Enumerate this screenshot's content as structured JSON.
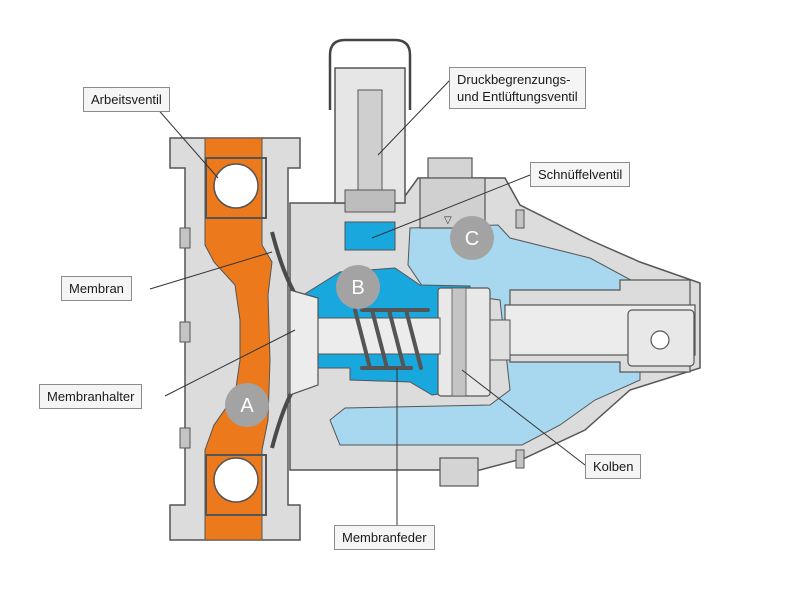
{
  "labels": {
    "arbeitsventil": "Arbeitsventil",
    "druck_line1": "Druckbegrenzungs-",
    "druck_line2": "und Entlüftungsventil",
    "schnueffelventil": "Schnüffelventil",
    "membran": "Membran",
    "membranhalter": "Membranhalter",
    "kolben": "Kolben",
    "membranfeder": "Membranfeder"
  },
  "chambers": {
    "a": "A",
    "b": "B",
    "c": "C"
  },
  "colors": {
    "housing": "#dcdcdc",
    "housing_dark": "#c4c4c4",
    "outline": "#555555",
    "orange_fluid": "#ec7a1c",
    "light_blue_oil": "#a8d8ef",
    "cyan_blue_oil": "#18a8de",
    "badge": "#a3a3a3",
    "ball": "#ffffff",
    "callout_bg": "#f5f5f5"
  }
}
